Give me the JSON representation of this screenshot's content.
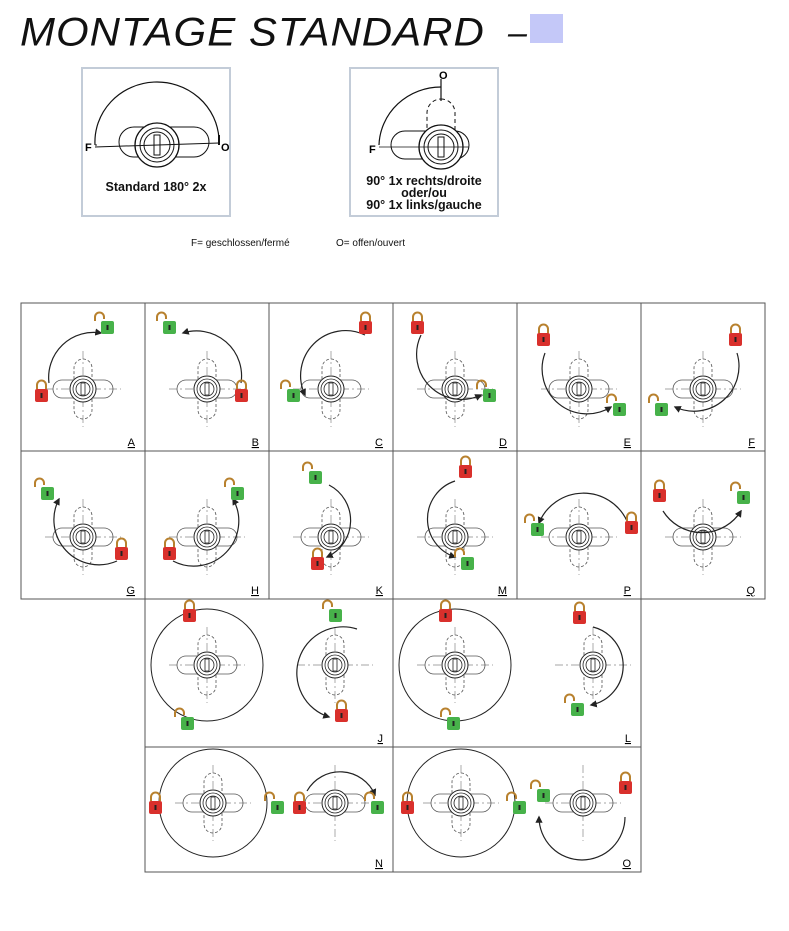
{
  "header": {
    "title": "MONTAGE STANDARD",
    "dash": "–",
    "swatch_color": "#c4c8f8"
  },
  "mounting_modes": [
    {
      "id": "standard",
      "caption": "Standard 180° 2x",
      "closed_label": "F",
      "open_label": "O"
    },
    {
      "id": "ninety",
      "caption_lines": [
        "90° 1x rechts/droite",
        "oder/ou",
        "90° 1x links/gauche"
      ],
      "closed_label": "F",
      "open_label": "O"
    }
  ],
  "legend": {
    "closed": "F= geschlossen/fermé",
    "open": "O= offen/ouvert"
  },
  "colors": {
    "locked": "#d9302c",
    "unlocked": "#47b24a",
    "shackle": "#b8812e",
    "grid_border": "#555555"
  },
  "cells": [
    {
      "label": "A"
    },
    {
      "label": "B"
    },
    {
      "label": "C"
    },
    {
      "label": "D"
    },
    {
      "label": "E"
    },
    {
      "label": "F"
    },
    {
      "label": "G"
    },
    {
      "label": "H"
    },
    {
      "label": "K"
    },
    {
      "label": "M"
    },
    {
      "label": "P"
    },
    {
      "label": "Q"
    },
    {
      "label": "J"
    },
    {
      "label": "L"
    },
    {
      "label": "N"
    },
    {
      "label": "O"
    }
  ]
}
